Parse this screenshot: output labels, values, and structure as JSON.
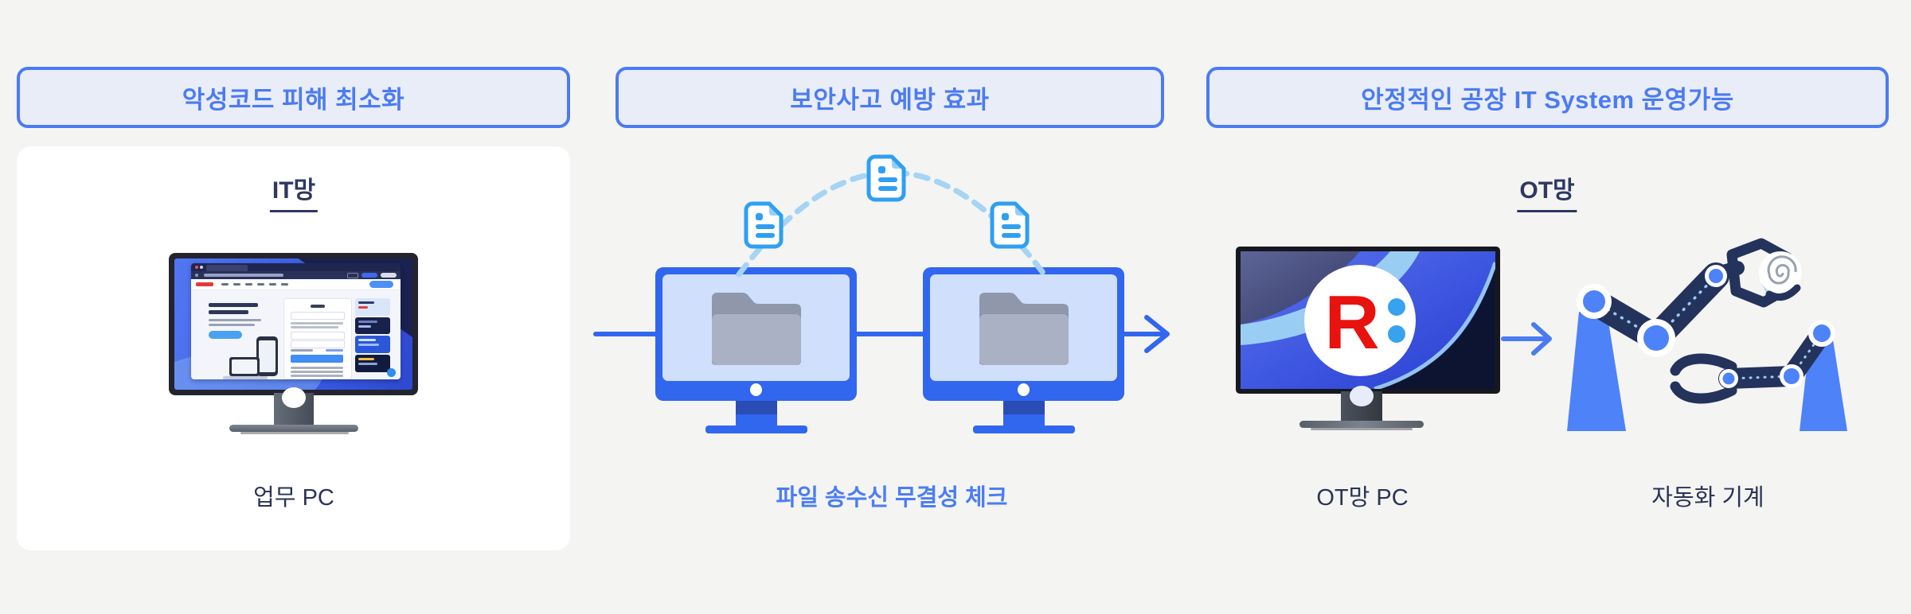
{
  "headers": {
    "malware": "악성코드 피해 최소화",
    "prevention": "보안사고 예방 효과",
    "stable_ot": "안정적인 공장 IT System 운영가능"
  },
  "it_zone": {
    "network": "IT망",
    "device": "업무 PC"
  },
  "transfer_zone": {
    "caption": "파일 송수신 무결성 체크"
  },
  "ot_zone": {
    "network": "OT망",
    "pc": "OT망 PC",
    "machine": "자동화 기계",
    "logo_letter": "R"
  },
  "colors": {
    "page_bg": "#f4f4f2",
    "card_bg": "#ffffff",
    "panel_bg": "#e6ecf9",
    "header_bg": "#e9edf8",
    "accent_blue": "#4b7bf3",
    "caption_blue": "#4a7df5",
    "label_navy": "#2b3356",
    "monitor_blue": "#3166ef",
    "monitor_screen_blue": "#cfdffc",
    "doc_icon_blue": "#2f9ff2",
    "arc_dash_blue": "#a5d4f4",
    "folder_back_gray": "#8e97ab",
    "folder_front_gray": "#aab1c4",
    "robot_navy": "#24335c",
    "robot_joint_blue": "#4d82f8",
    "logo_red": "#e8120e",
    "logo_dot_blue": "#37a3ef"
  }
}
